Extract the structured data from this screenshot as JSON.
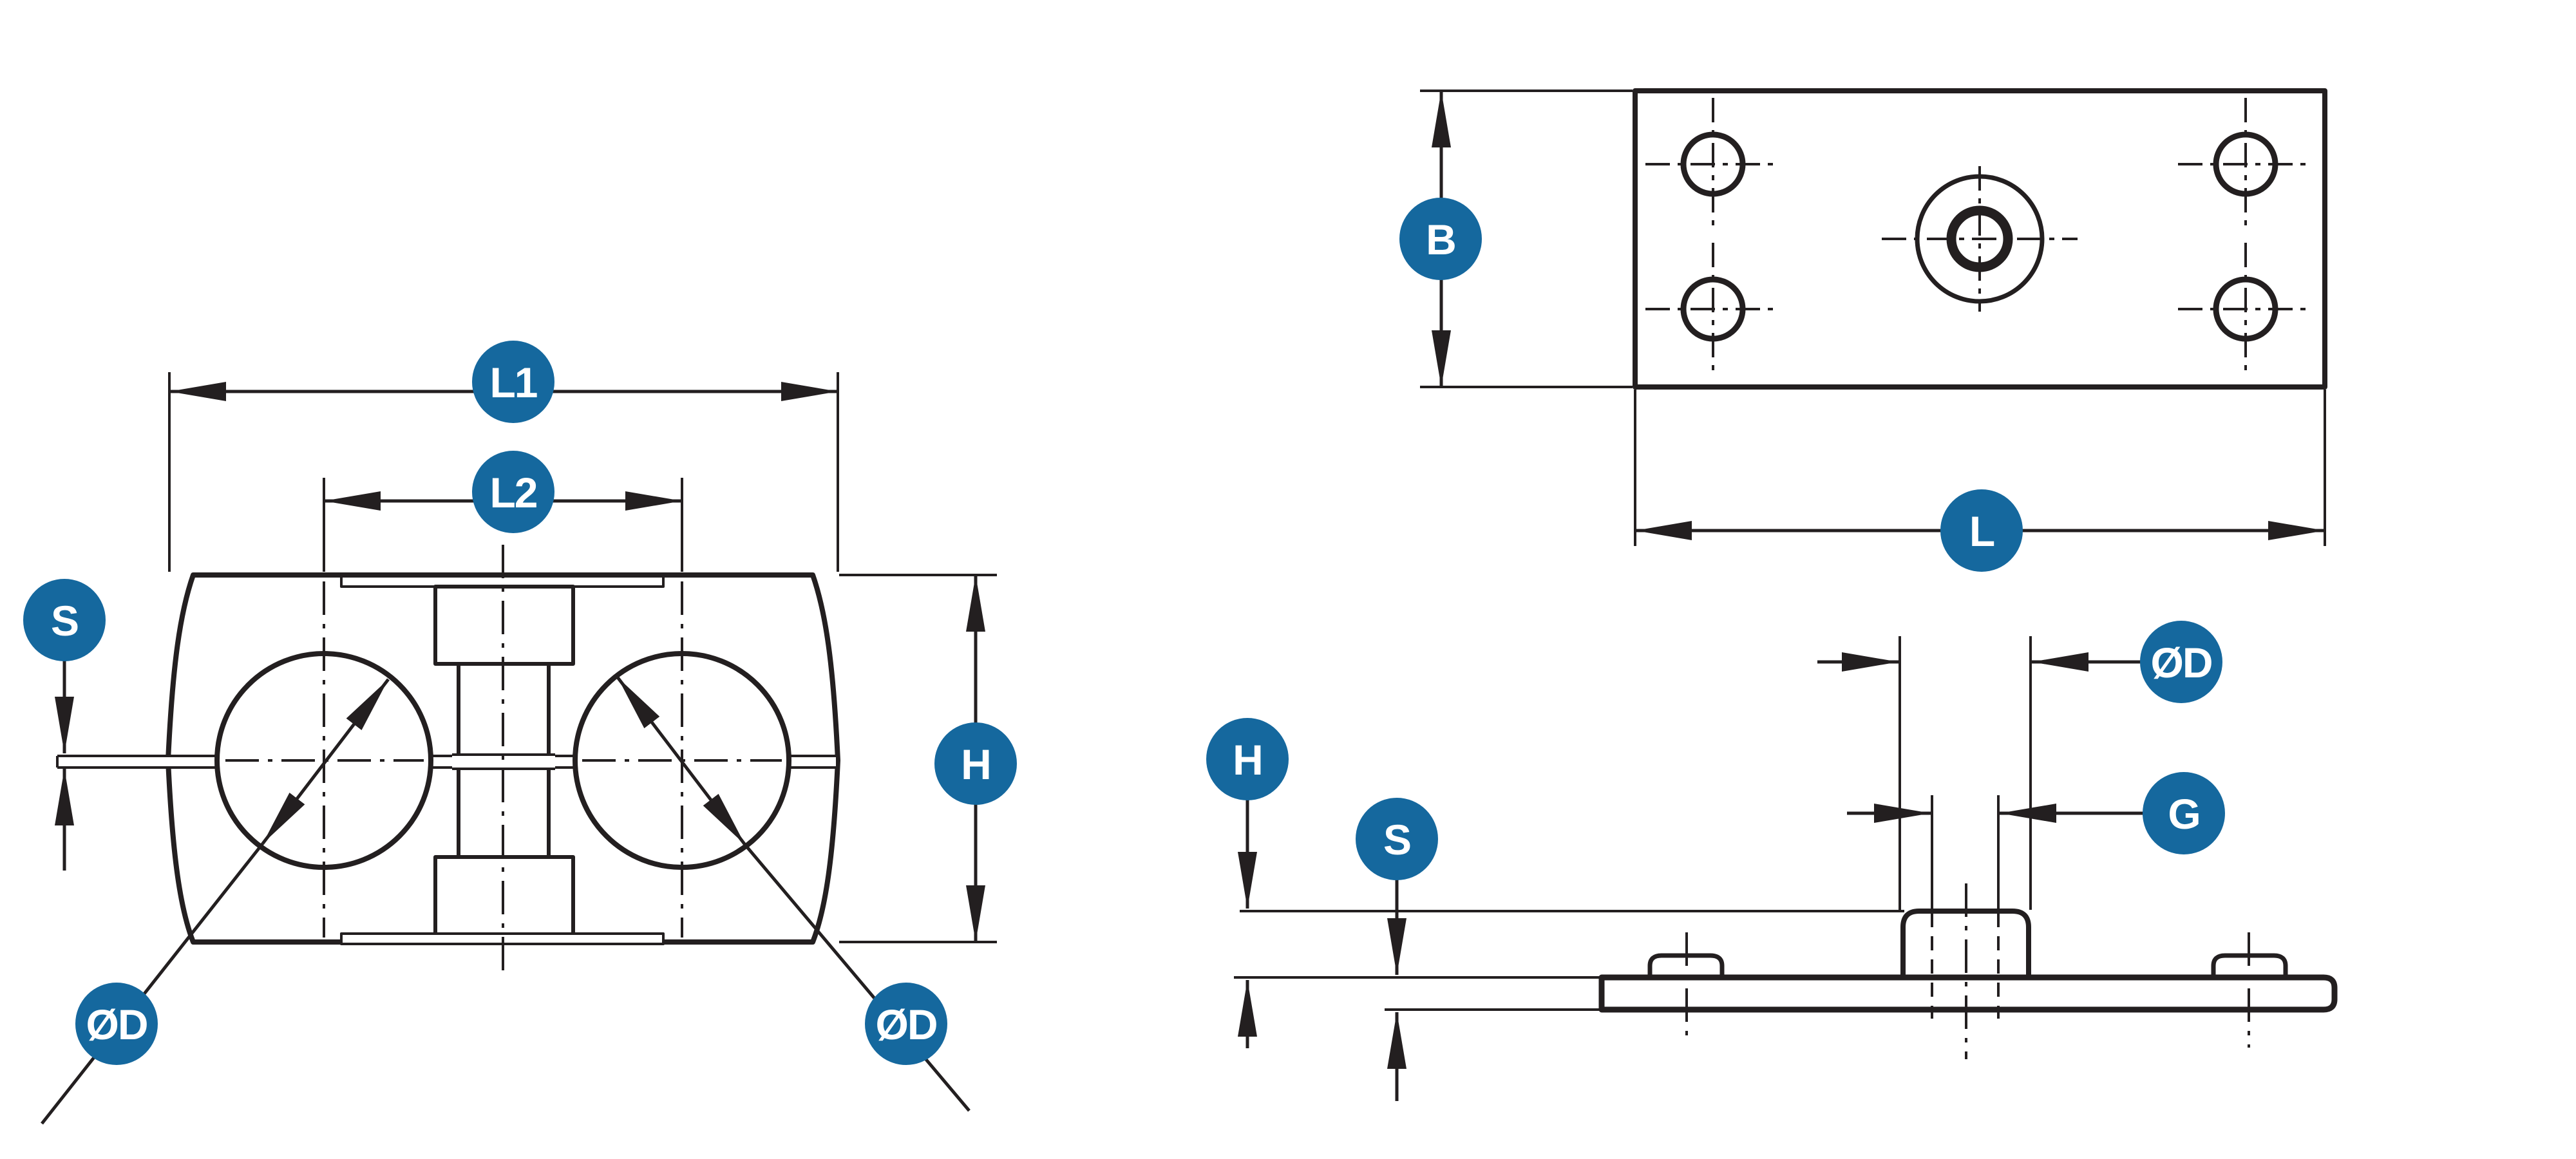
{
  "views": {
    "front": {
      "labels": {
        "l1": "L1",
        "l2": "L2",
        "s": "S",
        "h": "H",
        "od_left": "ØD",
        "od_right": "ØD"
      }
    },
    "top": {
      "labels": {
        "b": "B",
        "l": "L"
      }
    },
    "side": {
      "labels": {
        "od": "ØD",
        "g": "G",
        "h": "H",
        "s": "S"
      }
    }
  },
  "colors": {
    "badge_blue": "#15689E",
    "line_black": "#231F20",
    "body_gray": "#E6E7E8",
    "background": "#FFFFFF"
  }
}
